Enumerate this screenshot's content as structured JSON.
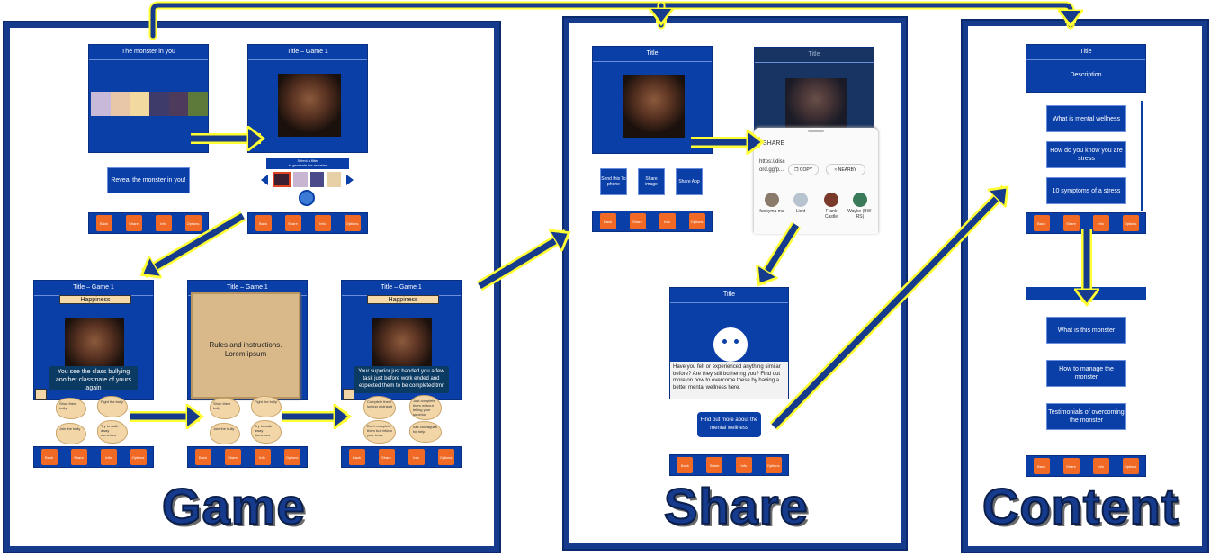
{
  "sections": {
    "game": "Game",
    "share": "Share",
    "content": "Content"
  },
  "nav": {
    "b1": "Back",
    "b2": "Share",
    "b3": "Info",
    "b4": "Options"
  },
  "game": {
    "monster_title": "The monster in you",
    "reveal_button": "Reveal the monster in you!",
    "game1_title": "Title – Game 1",
    "filter_hint_1": "Select a filter",
    "filter_hint_2": "to generate the monster",
    "happiness": "Happiness",
    "scenario_1": "You see the class bullying another classmate of yours again",
    "rules_title": "Rules and instructions.",
    "rules_body": "Lorem ipsum",
    "scenario_2": "Your superior just handed you a few task just before work ended and expected them to be completed tmr",
    "opts_1": [
      "Shun them bully",
      "Fight the bully",
      "Join the bully",
      "Try to walk away somehow"
    ],
    "opts_3": [
      "Complete them lurking midnight",
      "Just complete them without telling your superior",
      "Don't complete them but inform your boss",
      "Ask colleagues for help"
    ]
  },
  "share": {
    "title": "Title",
    "btn_phone": "Send this To phone",
    "btn_image": "Share image",
    "btn_app": "Share App",
    "sheet_label": "SHARE",
    "sheet_url": "https://discord.gg/p...",
    "copy": "COPY",
    "nearby": "NEARBY",
    "contacts": [
      "funkyma ma",
      "Licht",
      "Frank Castle",
      "Wayke (BW-RS)"
    ],
    "result_title": "Title",
    "result_text": "Have you felt or experienced anything similar before? Are they still bothering you? Find out more on how to overcome these by having a better mental wellness here.",
    "find_out": "Find out more about the mental wellness"
  },
  "content": {
    "title": "Title",
    "description": "Description",
    "items_top": [
      "What is mental wellness",
      "How do you know you are stress",
      "10 symptoms of a stress"
    ],
    "items_bottom": [
      "What is this monster",
      "How to manage the monster",
      "Testimonials of overcoming the monster"
    ]
  }
}
